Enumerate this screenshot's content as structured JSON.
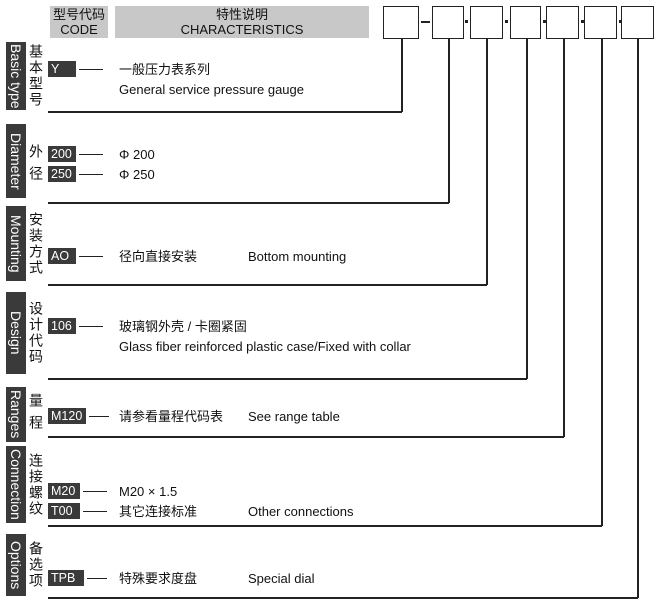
{
  "header": {
    "code_zh": "型号代码",
    "code_en": "CODE",
    "char_zh": "特性说明",
    "char_en": "CHARACTERISTICS"
  },
  "sections": {
    "basic": {
      "en": "Basic type",
      "zh": "基本型号",
      "code": "Y",
      "zh_text": "一般压力表系列",
      "en_text": "General service pressure gauge"
    },
    "diameter": {
      "en": "Diameter",
      "zh": "外径",
      "codes": [
        {
          "code": "200",
          "text": "Φ 200"
        },
        {
          "code": "250",
          "text": "Φ 250"
        }
      ]
    },
    "mounting": {
      "en": "Mounting",
      "zh": "安装方式",
      "code": "AO",
      "zh_text": "径向直接安装",
      "en_text": "Bottom mounting"
    },
    "design": {
      "en": "Design",
      "zh": "设计代码",
      "code": "106",
      "zh_text": "玻璃钢外壳 / 卡圈紧固",
      "en_text": "Glass fiber reinforced plastic case/Fixed with collar"
    },
    "ranges": {
      "en": "Ranges",
      "zh": "量程",
      "code": "M120",
      "zh_text": "请参看量程代码表",
      "en_text": "See range table"
    },
    "connection": {
      "en": "Connection",
      "zh": "连接螺纹",
      "codes": [
        {
          "code": "M20",
          "text": "M20 × 1.5"
        },
        {
          "code": "T00",
          "text": "其它连接标准",
          "en_text": "Other connections"
        }
      ]
    },
    "options": {
      "en": "Options",
      "zh": "备选项",
      "code": "TPB",
      "zh_text": "特殊要求度盘",
      "en_text": "Special dial"
    }
  }
}
